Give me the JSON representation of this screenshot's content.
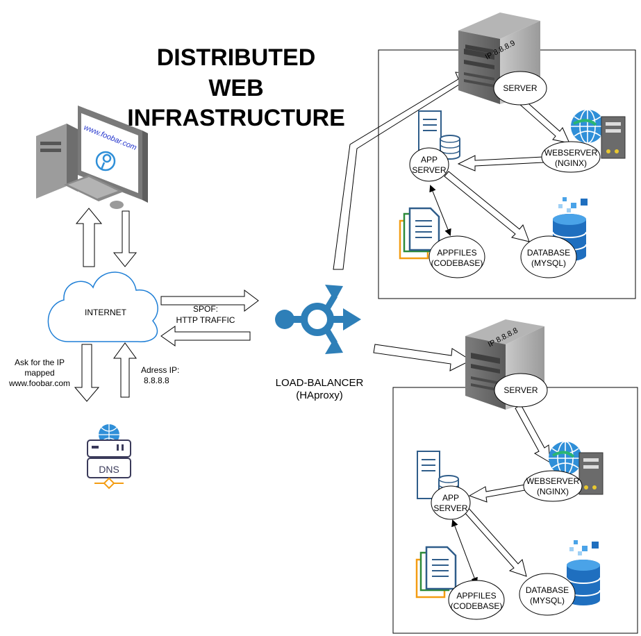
{
  "title": [
    "DISTRIBUTED",
    "WEB",
    "INFRASTRUCTURE"
  ],
  "client": {
    "url": "www.foobar.com"
  },
  "internet": {
    "label": "INTERNET"
  },
  "spof": {
    "line1": "SPOF:",
    "line2": "HTTP TRAFFIC"
  },
  "dns_query": {
    "line1": "Ask for the IP",
    "line2": "mapped",
    "line3": "www.foobar.com"
  },
  "dns_answer": {
    "line1": "Adress IP:",
    "line2": "8.8.8.8"
  },
  "dns": {
    "label": "DNS"
  },
  "load_balancer": {
    "line1": "LOAD-BALANCER",
    "line2": "(HAproxy)"
  },
  "server_top": {
    "ip": "IP 8.8.8.9",
    "server": "SERVER",
    "webserver": [
      "WEBSERVER",
      "(NGINX)"
    ],
    "appserver": [
      "APP",
      "SERVER"
    ],
    "appfiles": [
      "APPFILES",
      "(CODEBASE)"
    ],
    "database": [
      "DATABASE",
      "(MYSQL)"
    ]
  },
  "server_bottom": {
    "ip": "IP 8.8.8.8",
    "server": "SERVER",
    "webserver": [
      "WEBSERVER",
      "(NGINX)"
    ],
    "appserver": [
      "APP",
      "SERVER"
    ],
    "appfiles": [
      "APPFILES",
      "(CODEBASE)"
    ],
    "database": [
      "DATABASE",
      "(MYSQL)"
    ]
  },
  "colors": {
    "cloud_stroke": "#1f7fd6",
    "lb_blue": "#2e7fb8",
    "globe_blue": "#2f8fd8",
    "globe_green": "#2bb673",
    "server_gray": "#6b6b6b",
    "db_blue": "#1f6fbf",
    "file_green": "#2e8b3a",
    "file_orange": "#f39c12",
    "file_blue": "#2f5d8a"
  }
}
